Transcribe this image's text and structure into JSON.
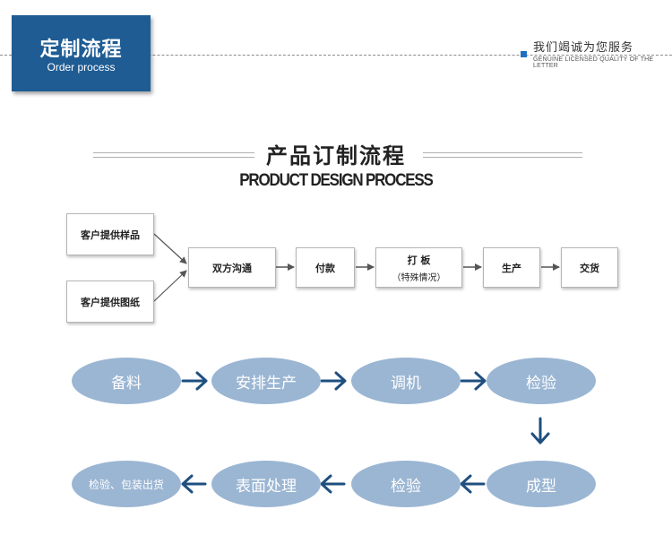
{
  "header": {
    "badge_title": "定制流程",
    "badge_subtitle": "Order process",
    "slogan": "我们竭诚为您服务",
    "slogan_en": "GENUINE LICENSED QUALITY OF THE LETTER"
  },
  "section": {
    "title_cn": "产品订制流程",
    "title_en": "PRODUCT DESIGN PROCESS"
  },
  "flow_top": {
    "sample": "客户提供样品",
    "drawing": "客户提供图纸",
    "communicate": "双方沟通",
    "payment": "付款",
    "proof": "打 板",
    "proof_note": "（特殊情况）",
    "produce": "生产",
    "deliver": "交货"
  },
  "flow_bottom": {
    "prepare": "备料",
    "schedule": "安排生产",
    "adjust": "调机",
    "inspect1": "检验",
    "forming": "成型",
    "inspect2": "检验",
    "finishing": "表面处理",
    "pack_ship": "检验、包装出货"
  },
  "colors": {
    "badge": "#1f5c94",
    "ellipse": "#9bb6d3",
    "arrow_blue": "#1f4f7f",
    "arrow_gray": "#555555"
  }
}
